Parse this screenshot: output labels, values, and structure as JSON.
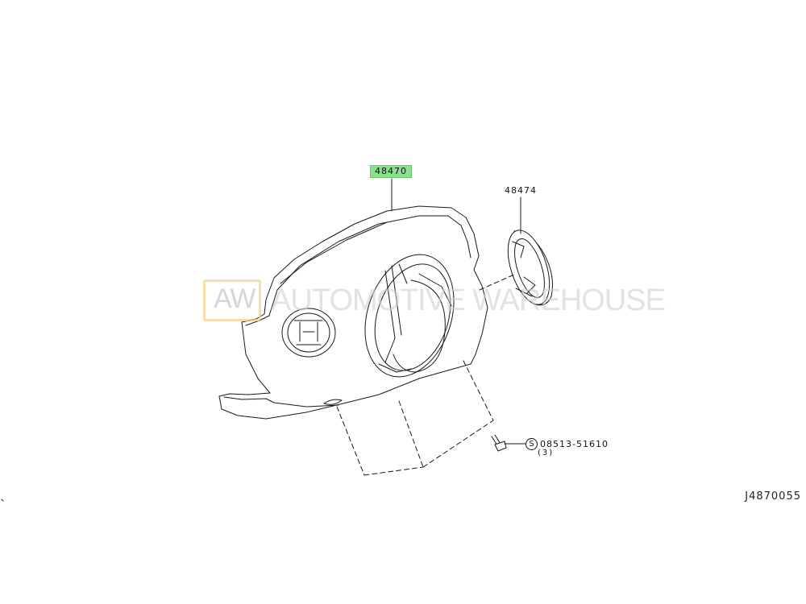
{
  "parts": {
    "main_cover": {
      "number": "48470",
      "highlighted": true,
      "highlight_color": "#8be08b"
    },
    "side_cover": {
      "number": "48474"
    }
  },
  "screw": {
    "symbol": "S",
    "code": "08513-51610",
    "quantity": "(3)"
  },
  "diagram_id": "J4870055",
  "watermark": {
    "logo_text": "AW",
    "text": "AUTOMOTIVE WAREHOUSE",
    "logo_color": "#f3cf86"
  }
}
